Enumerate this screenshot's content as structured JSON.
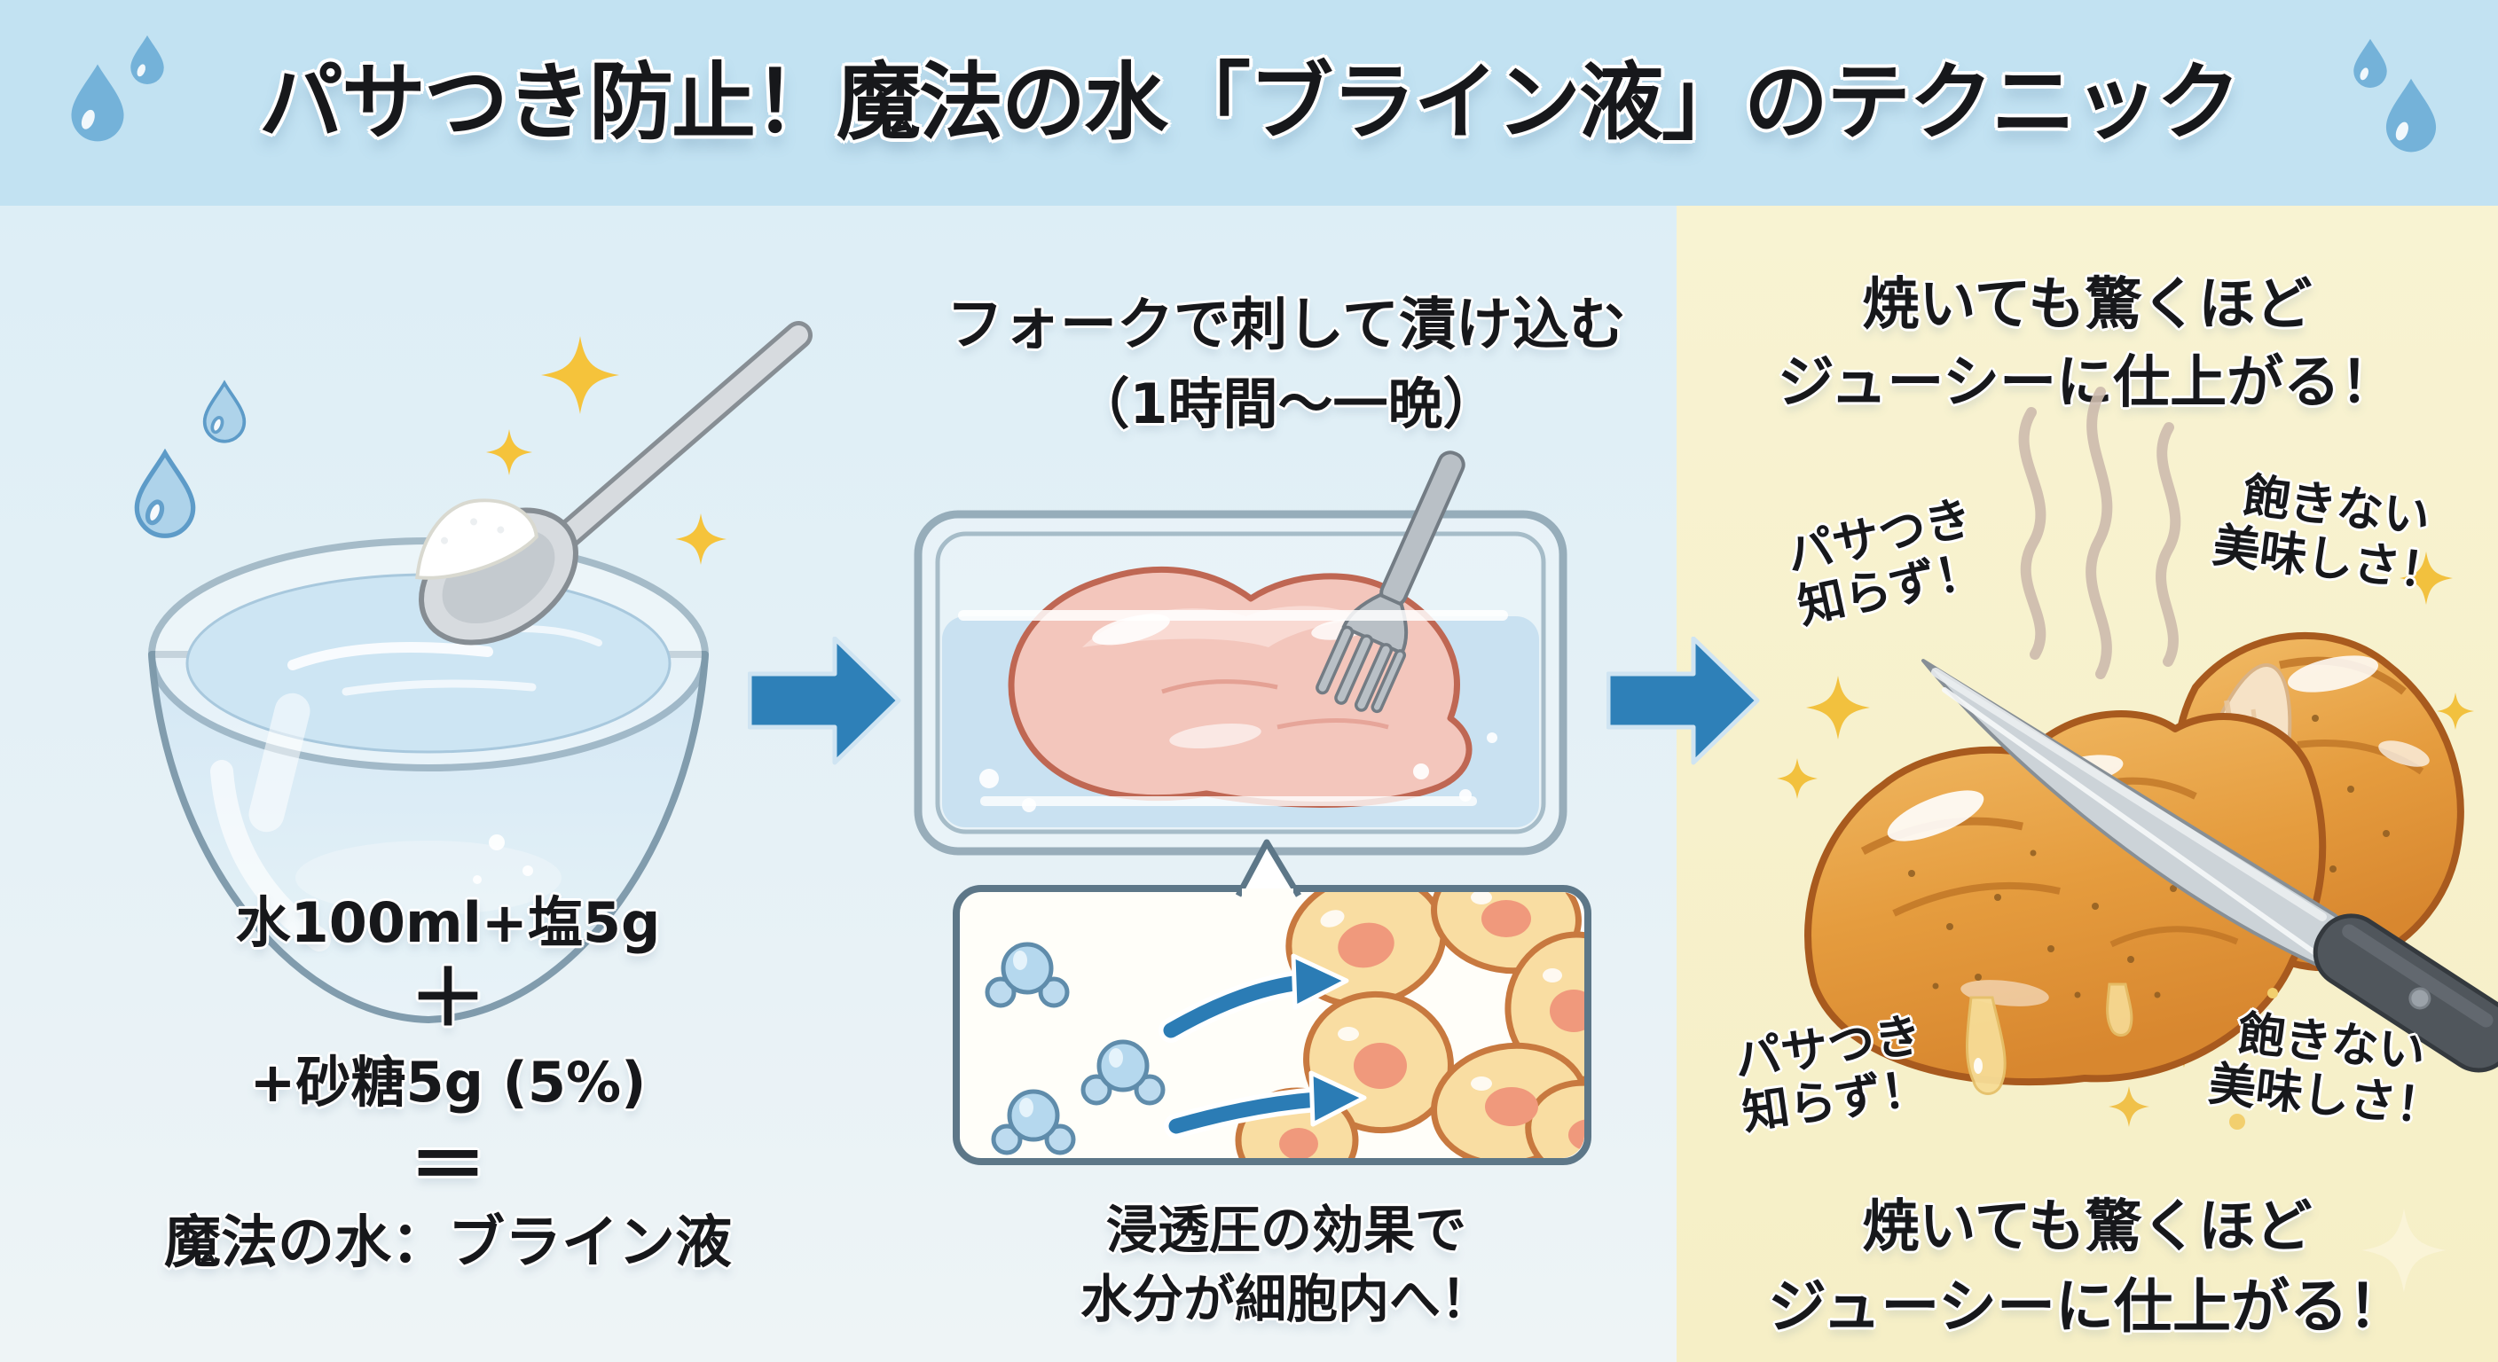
{
  "header": {
    "title": "パサつき防止！魔法の水「ブライン液」のテクニック"
  },
  "panels": {
    "left": {
      "recipe_line1": "水100ml+塩5g",
      "plus_sign": "＋",
      "recipe_line2": "+砂糖5g (5%)",
      "equals_sign": "＝",
      "result": "魔法の水：ブライン液"
    },
    "middle": {
      "step_title_line1": "フォークで刺して漬け込む",
      "step_title_line2": "（1時間〜一晩）",
      "caption_line1": "浸透圧の効果で",
      "caption_line2": "水分が細胞内へ！"
    },
    "right": {
      "headline_line1": "焼いても驚くほど",
      "headline_line2": "ジューシーに仕上がる！",
      "label_no_dryness_line1": "パサつき",
      "label_no_dryness_line2": "知らず！",
      "label_tasty_line1": "飽きない",
      "label_tasty_line2": "美味しさ！",
      "footer_line1": "焼いても驚くほど",
      "footer_line2": "ジューシーに仕上がる！"
    }
  },
  "icons": {
    "water_drop": "water-drop-icon",
    "sparkle": "sparkle-icon",
    "spoon": "spoon-icon",
    "salt": "salt-icon",
    "bowl": "bowl-illustration",
    "arrow_right": "arrow-right-icon",
    "container": "container-illustration",
    "fork": "fork-icon",
    "raw_chicken": "raw-chicken-illustration",
    "callout_pointer": "callout-pointer",
    "water_molecule": "water-molecule-icon",
    "osmosis_arrow": "osmosis-arrow-icon",
    "cell": "cell-illustration",
    "steam": "steam-icon",
    "cooked_chicken": "cooked-chicken-illustration",
    "knife": "knife-icon",
    "juice_drip": "juice-drip-icon"
  },
  "colors": {
    "header_bg": "#c2e2f2",
    "body_bg": "#e4f0f7",
    "right_bg": "#f8f3d2",
    "arrow_blue": "#2e80b8",
    "sparkle_yellow": "#f5c33b",
    "text": "#17181b",
    "raw_chicken": "#f3c6bc",
    "cooked_chicken": "#e8a54b",
    "water": "#c9e2f1",
    "cell_fill": "#f9dda2",
    "cell_border": "#c8793f",
    "steam": "#cdbbad"
  }
}
